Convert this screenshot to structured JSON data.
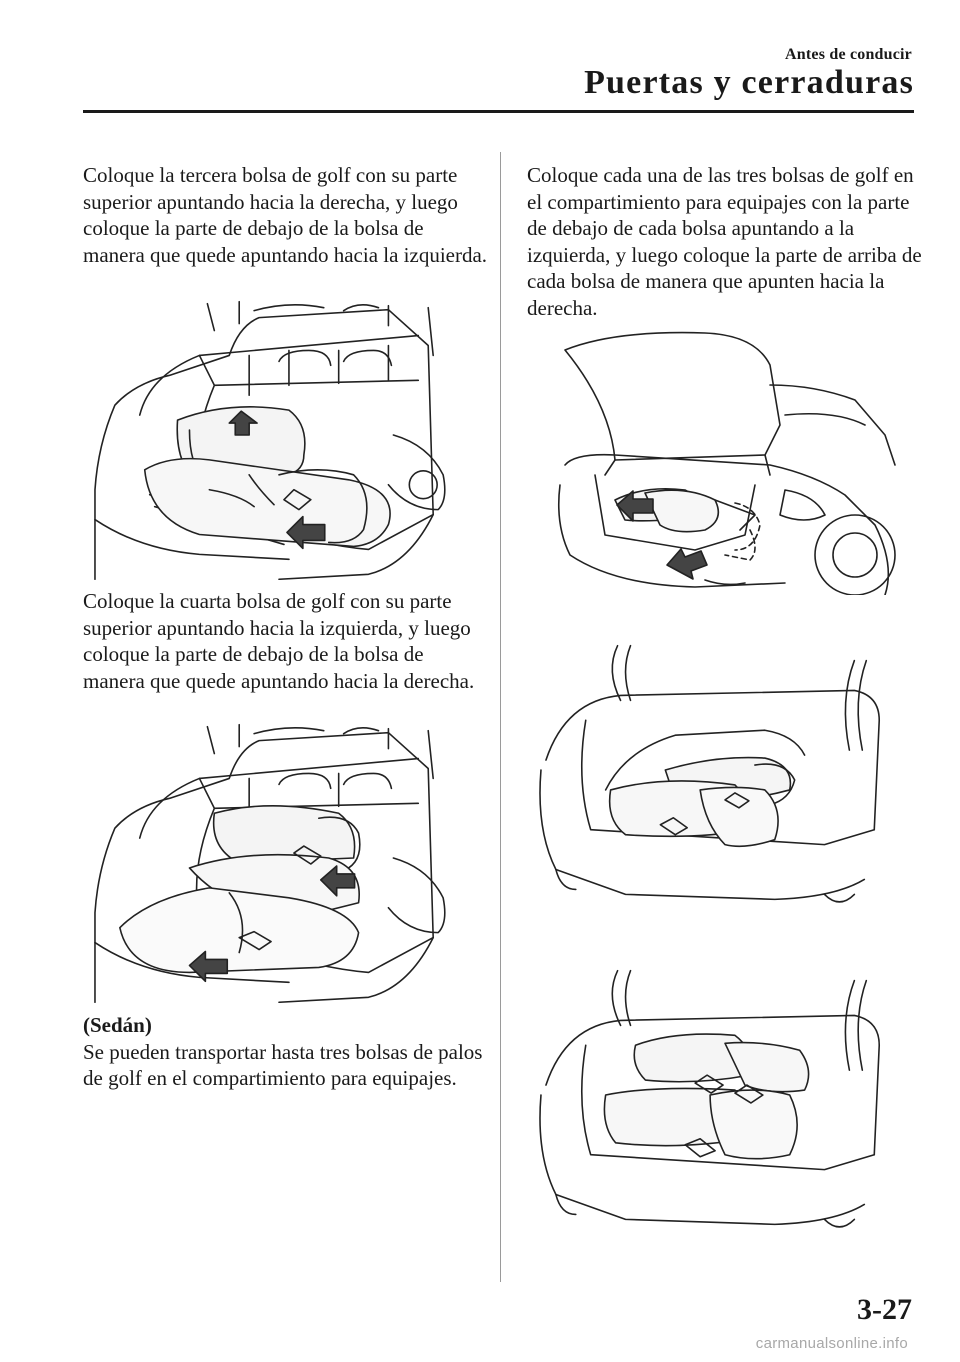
{
  "header": {
    "section": "Antes de conducir",
    "title": "Puertas y cerraduras"
  },
  "left_column": {
    "para1": "Coloque la tercera bolsa de golf con su parte superior apuntando hacia la derecha, y luego coloque la parte de debajo de la bolsa de manera que quede apuntando hacia la izquierda.",
    "para2": "Coloque la cuarta bolsa de golf con su parte superior apuntando hacia la izquierda, y luego coloque la parte de debajo de la bolsa de manera que quede apuntando hacia la derecha.",
    "sedan_heading": "(Sedán)",
    "para3": "Se pueden transportar hasta tres bolsas de palos de golf en el compartimiento para equipajes."
  },
  "right_column": {
    "para1": "Coloque cada una de las tres bolsas de golf en el compartimiento para equipajes con la parte de debajo de cada bolsa apuntando a la izquierda, y luego coloque la parte de arriba de cada bolsa de manera que apunten hacia la derecha."
  },
  "footer": {
    "page_number": "3-27",
    "watermark": "carmanualsonline.info"
  }
}
